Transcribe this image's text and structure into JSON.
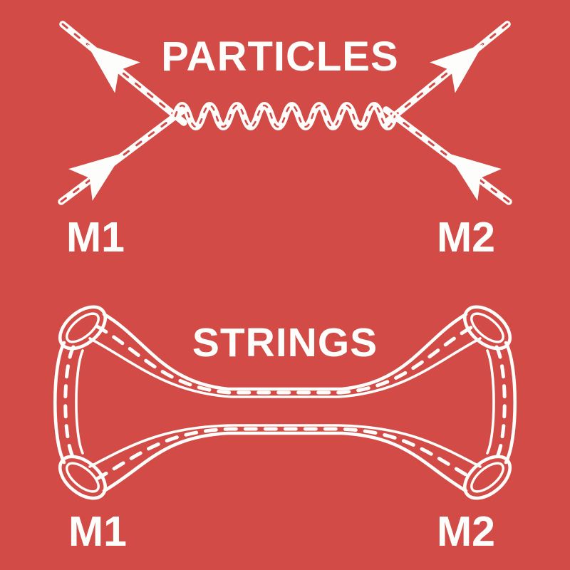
{
  "colors": {
    "background": "#d24b46",
    "ink": "#fdfdfb"
  },
  "particles_section": {
    "title": "PARTICLES",
    "left_mass_label": "M1",
    "right_mass_label": "M2"
  },
  "strings_section": {
    "title": "STRINGS",
    "left_mass_label": "M1",
    "right_mass_label": "M2"
  }
}
